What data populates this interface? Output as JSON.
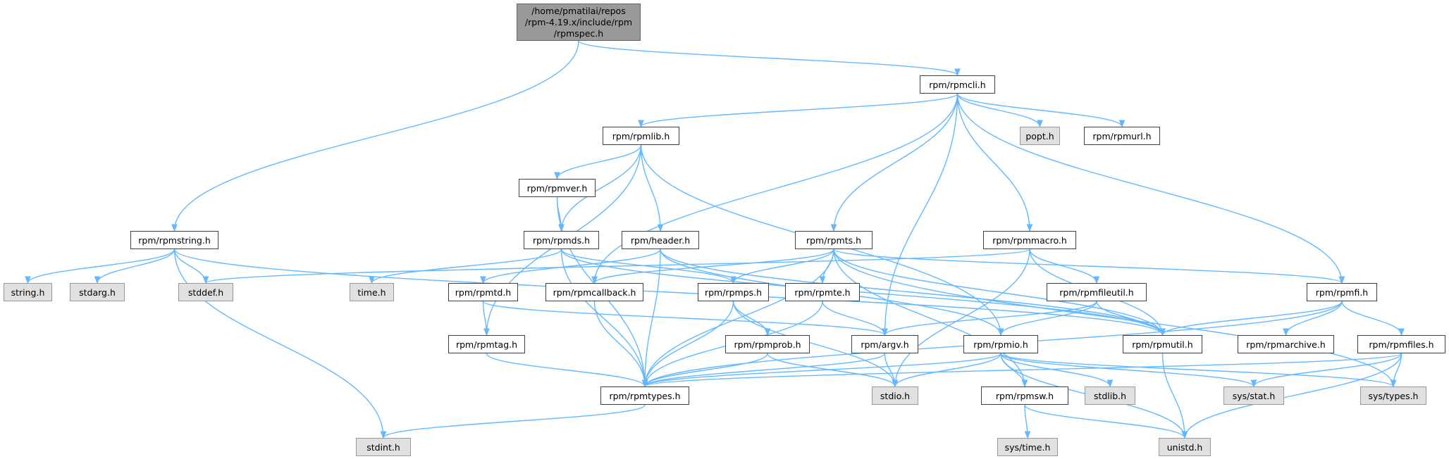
{
  "graph": {
    "nodes": {
      "rpmspec": {
        "label": "/home/pmatilai/repos\n/rpm-4.19.x/include/rpm\n/rpmspec.h",
        "kind": "root"
      },
      "rpmcli": {
        "label": "rpm/rpmcli.h",
        "kind": "file"
      },
      "rpmlib": {
        "label": "rpm/rpmlib.h",
        "kind": "file"
      },
      "popt": {
        "label": "popt.h",
        "kind": "system"
      },
      "rpmurl": {
        "label": "rpm/rpmurl.h",
        "kind": "file"
      },
      "rpmver": {
        "label": "rpm/rpmver.h",
        "kind": "file"
      },
      "rpmstring": {
        "label": "rpm/rpmstring.h",
        "kind": "file"
      },
      "rpmds": {
        "label": "rpm/rpmds.h",
        "kind": "file"
      },
      "header": {
        "label": "rpm/header.h",
        "kind": "file"
      },
      "rpmts": {
        "label": "rpm/rpmts.h",
        "kind": "file"
      },
      "rpmmacro": {
        "label": "rpm/rpmmacro.h",
        "kind": "file"
      },
      "string": {
        "label": "string.h",
        "kind": "system"
      },
      "stdarg": {
        "label": "stdarg.h",
        "kind": "system"
      },
      "stddef": {
        "label": "stddef.h",
        "kind": "system"
      },
      "time": {
        "label": "time.h",
        "kind": "system"
      },
      "rpmtd": {
        "label": "rpm/rpmtd.h",
        "kind": "file"
      },
      "rpmcallback": {
        "label": "rpm/rpmcallback.h",
        "kind": "file"
      },
      "rpmps": {
        "label": "rpm/rpmps.h",
        "kind": "file"
      },
      "rpmte": {
        "label": "rpm/rpmte.h",
        "kind": "file"
      },
      "rpmfileutil": {
        "label": "rpm/rpmfileutil.h",
        "kind": "file"
      },
      "rpmfi": {
        "label": "rpm/rpmfi.h",
        "kind": "file"
      },
      "rpmtag": {
        "label": "rpm/rpmtag.h",
        "kind": "file"
      },
      "rpmprob": {
        "label": "rpm/rpmprob.h",
        "kind": "file"
      },
      "rpmargv": {
        "label": "rpm/argv.h",
        "kind": "file"
      },
      "rpmio": {
        "label": "rpm/rpmio.h",
        "kind": "file"
      },
      "rpmutil": {
        "label": "rpm/rpmutil.h",
        "kind": "file"
      },
      "rpmarchive": {
        "label": "rpm/rpmarchive.h",
        "kind": "file"
      },
      "rpmfiles": {
        "label": "rpm/rpmfiles.h",
        "kind": "file"
      },
      "rpmtypes": {
        "label": "rpm/rpmtypes.h",
        "kind": "file"
      },
      "stdio": {
        "label": "stdio.h",
        "kind": "system"
      },
      "rpmsw": {
        "label": "rpm/rpmsw.h",
        "kind": "file"
      },
      "stdlib": {
        "label": "stdlib.h",
        "kind": "system"
      },
      "sysstat": {
        "label": "sys/stat.h",
        "kind": "system"
      },
      "systypes": {
        "label": "sys/types.h",
        "kind": "system"
      },
      "stdint": {
        "label": "stdint.h",
        "kind": "system"
      },
      "systime": {
        "label": "sys/time.h",
        "kind": "system"
      },
      "unistd": {
        "label": "unistd.h",
        "kind": "system"
      }
    },
    "edges": [
      [
        "rpmspec",
        "rpmcli"
      ],
      [
        "rpmspec",
        "rpmstring"
      ],
      [
        "rpmcli",
        "rpmlib"
      ],
      [
        "rpmcli",
        "popt"
      ],
      [
        "rpmcli",
        "rpmurl"
      ],
      [
        "rpmcli",
        "rpmcallback"
      ],
      [
        "rpmcli",
        "rpmts"
      ],
      [
        "rpmcli",
        "rpmmacro"
      ],
      [
        "rpmcli",
        "rpmargv"
      ],
      [
        "rpmcli",
        "rpmfi"
      ],
      [
        "rpmlib",
        "rpmver"
      ],
      [
        "rpmlib",
        "rpmds"
      ],
      [
        "rpmlib",
        "header"
      ],
      [
        "rpmlib",
        "rpmtag"
      ],
      [
        "rpmlib",
        "rpmio"
      ],
      [
        "rpmver",
        "rpmds"
      ],
      [
        "rpmver",
        "rpmtypes"
      ],
      [
        "rpmstring",
        "string"
      ],
      [
        "rpmstring",
        "stdarg"
      ],
      [
        "rpmstring",
        "stddef"
      ],
      [
        "rpmstring",
        "stdint"
      ],
      [
        "rpmstring",
        "rpmutil"
      ],
      [
        "rpmds",
        "time"
      ],
      [
        "rpmds",
        "rpmps"
      ],
      [
        "rpmds",
        "rpmtypes"
      ],
      [
        "rpmds",
        "rpmutil"
      ],
      [
        "header",
        "rpmtd"
      ],
      [
        "header",
        "rpmio"
      ],
      [
        "header",
        "rpmtypes"
      ],
      [
        "header",
        "rpmutil"
      ],
      [
        "rpmts",
        "rpmcallback"
      ],
      [
        "rpmts",
        "rpmps"
      ],
      [
        "rpmts",
        "rpmte"
      ],
      [
        "rpmts",
        "rpmsw"
      ],
      [
        "rpmts",
        "rpmtypes"
      ],
      [
        "rpmts",
        "rpmutil"
      ],
      [
        "rpmts",
        "rpmfi"
      ],
      [
        "rpmts",
        "systypes"
      ],
      [
        "rpmmacro",
        "stddef"
      ],
      [
        "rpmmacro",
        "rpmfileutil"
      ],
      [
        "rpmmacro",
        "rpmutil"
      ],
      [
        "rpmmacro",
        "stdio"
      ],
      [
        "rpmtd",
        "rpmtag"
      ],
      [
        "rpmtd",
        "rpmargv"
      ],
      [
        "rpmcallback",
        "rpmtypes"
      ],
      [
        "rpmps",
        "rpmprob"
      ],
      [
        "rpmps",
        "rpmtypes"
      ],
      [
        "rpmps",
        "stdio"
      ],
      [
        "rpmte",
        "rpmargv"
      ],
      [
        "rpmte",
        "rpmtypes"
      ],
      [
        "rpmfileutil",
        "rpmargv"
      ],
      [
        "rpmfileutil",
        "rpmio"
      ],
      [
        "rpmfileutil",
        "rpmutil"
      ],
      [
        "rpmfi",
        "rpmtypes"
      ],
      [
        "rpmfi",
        "rpmutil"
      ],
      [
        "rpmfi",
        "rpmarchive"
      ],
      [
        "rpmfi",
        "rpmfiles"
      ],
      [
        "rpmtag",
        "rpmtypes"
      ],
      [
        "rpmprob",
        "rpmtypes"
      ],
      [
        "rpmprob",
        "stdio"
      ],
      [
        "rpmargv",
        "stdio"
      ],
      [
        "rpmargv",
        "rpmtypes"
      ],
      [
        "rpmio",
        "rpmtypes"
      ],
      [
        "rpmio",
        "stdio"
      ],
      [
        "rpmio",
        "rpmsw"
      ],
      [
        "rpmio",
        "stdlib"
      ],
      [
        "rpmio",
        "sysstat"
      ],
      [
        "rpmio",
        "systypes"
      ],
      [
        "rpmio",
        "unistd"
      ],
      [
        "rpmutil",
        "unistd"
      ],
      [
        "rpmfiles",
        "rpmtypes"
      ],
      [
        "rpmfiles",
        "sysstat"
      ],
      [
        "rpmfiles",
        "systypes"
      ],
      [
        "rpmfiles",
        "unistd"
      ],
      [
        "rpmtypes",
        "stdint"
      ],
      [
        "rpmsw",
        "systime"
      ],
      [
        "rpmsw",
        "unistd"
      ]
    ]
  }
}
